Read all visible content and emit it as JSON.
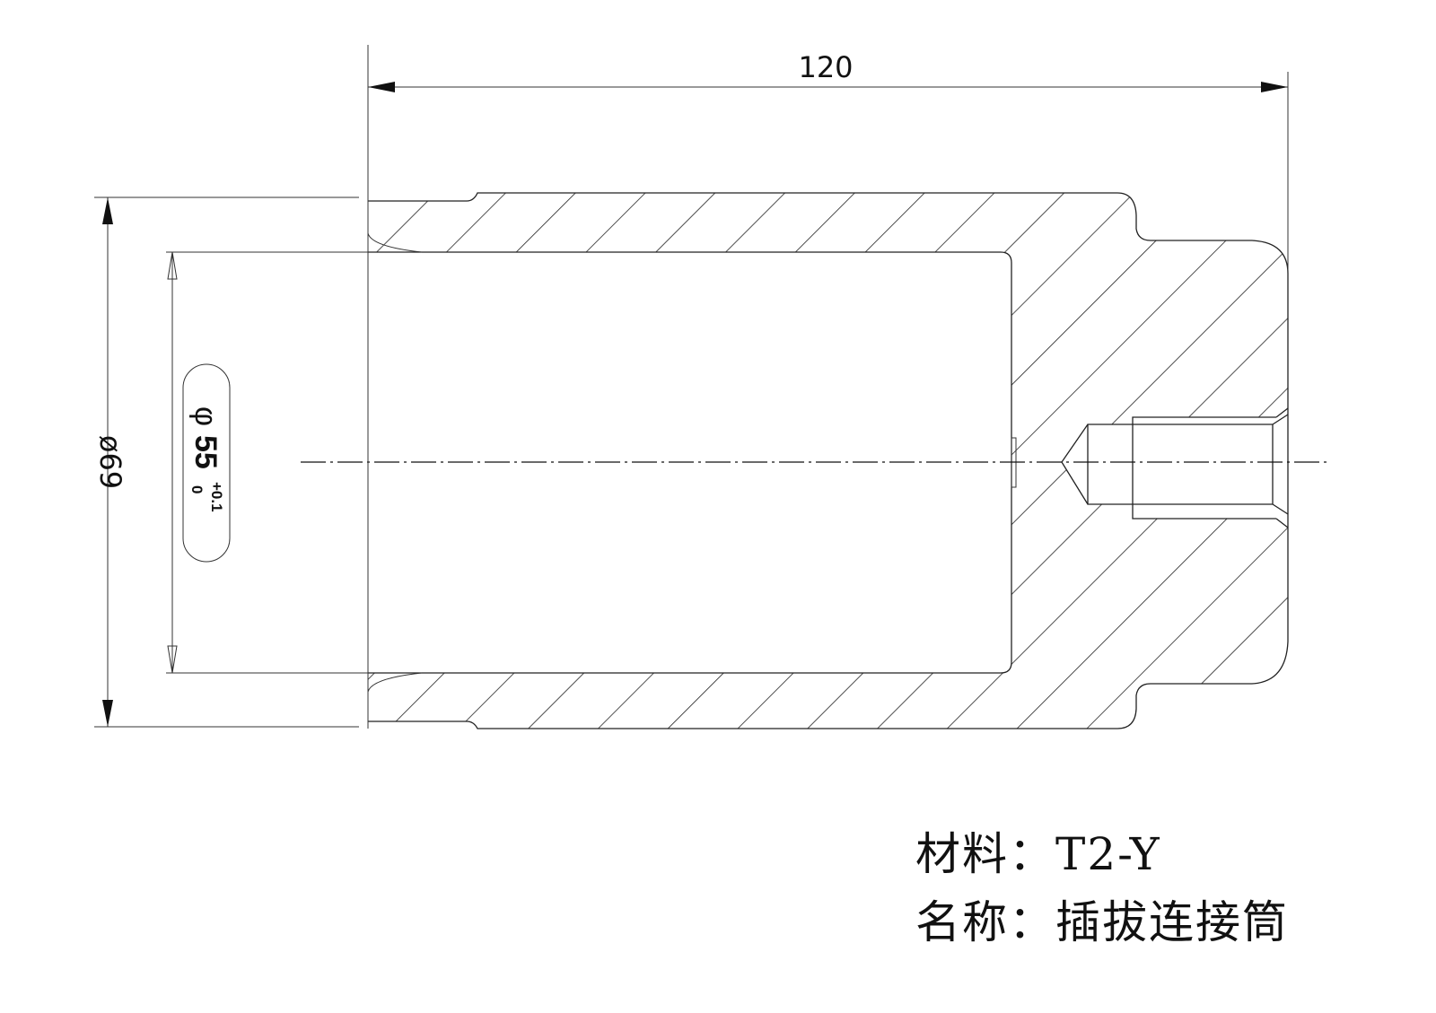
{
  "drawing": {
    "length_dim": "120",
    "outer_diameter_dim": "ø69",
    "bore": {
      "symbol": "φ",
      "value": "55",
      "upper_tol": "+0.1",
      "lower_tol": "0"
    }
  },
  "title_block": {
    "material_label": "材料：",
    "material_value": "T2-Y",
    "name_label": "名称：",
    "name_value": "插拔连接筒"
  }
}
